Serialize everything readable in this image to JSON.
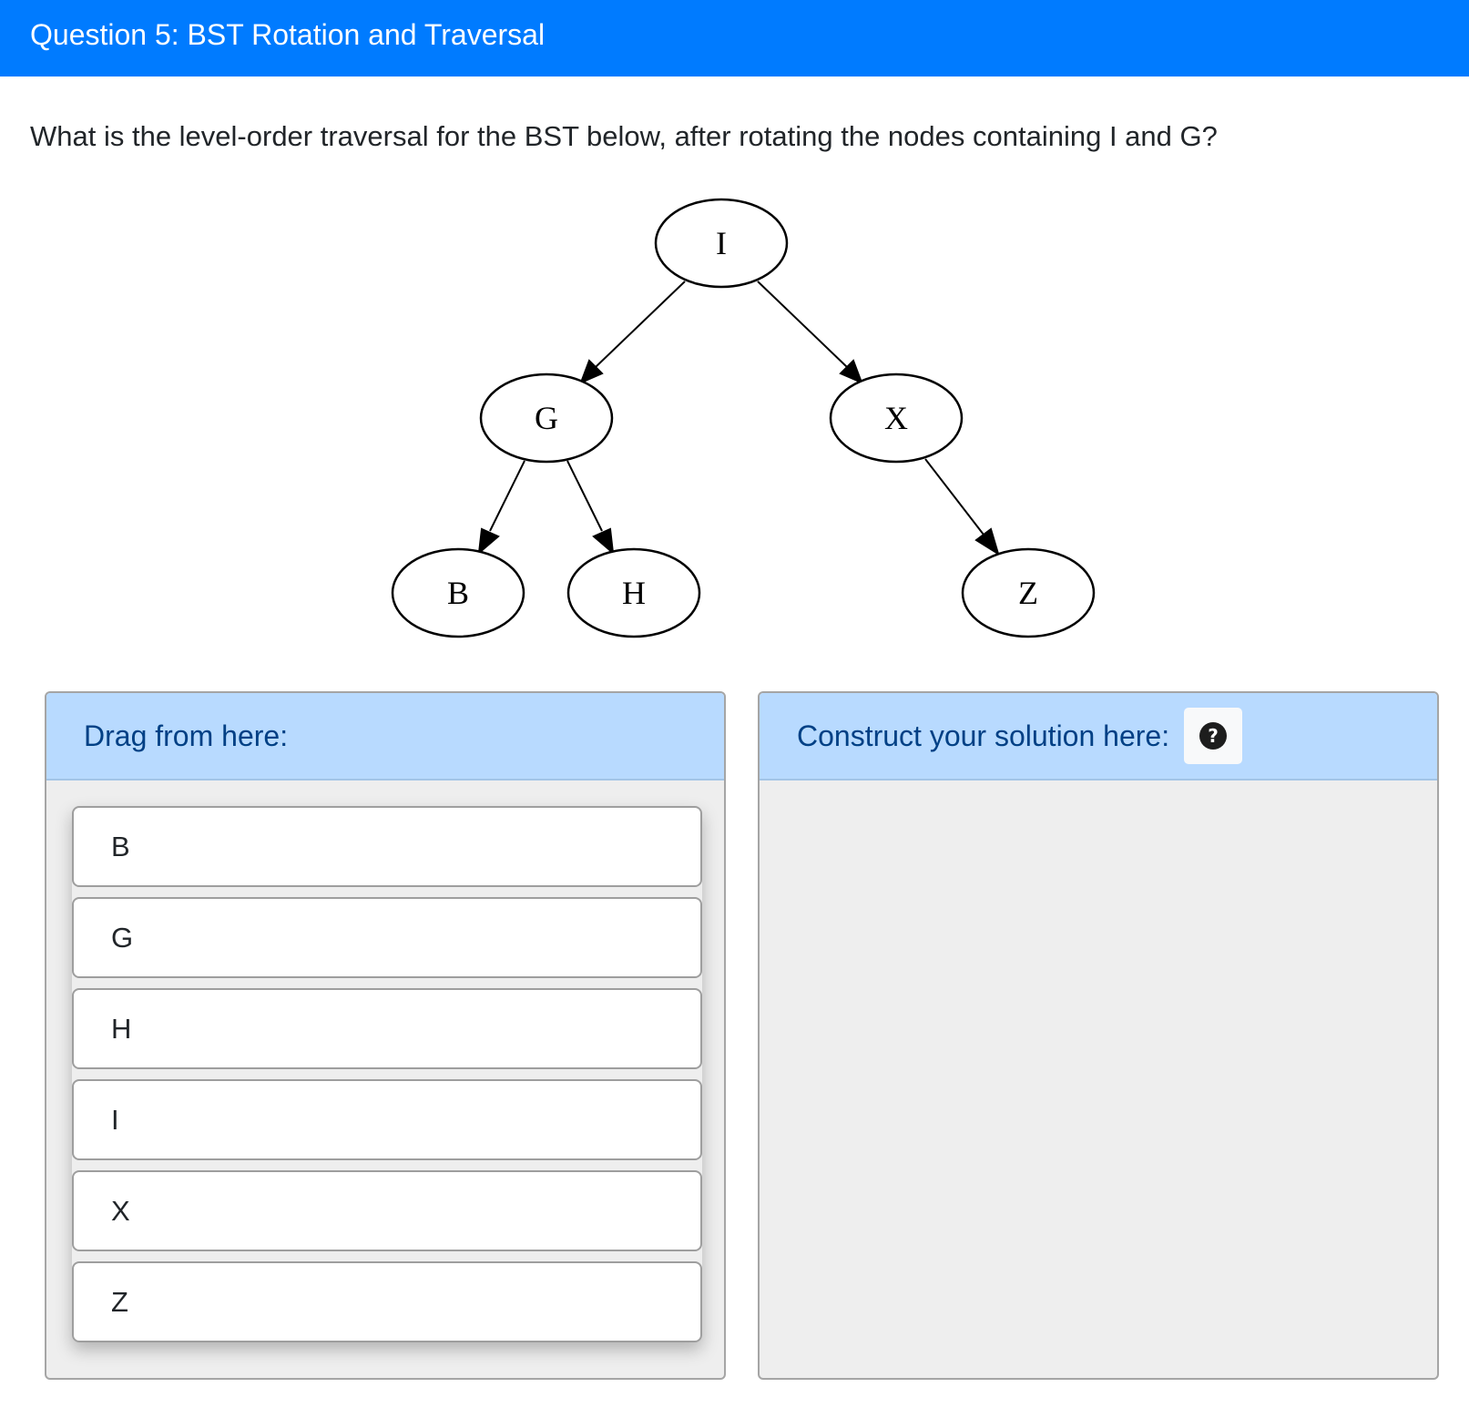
{
  "header": {
    "title": "Question 5: BST Rotation and Traversal"
  },
  "question": {
    "text": "What is the level-order traversal for the BST below, after rotating the nodes containing I and G?"
  },
  "tree": {
    "nodes": [
      {
        "id": "I",
        "label": "I"
      },
      {
        "id": "G",
        "label": "G"
      },
      {
        "id": "X",
        "label": "X"
      },
      {
        "id": "B",
        "label": "B"
      },
      {
        "id": "H",
        "label": "H"
      },
      {
        "id": "Z",
        "label": "Z"
      }
    ],
    "edges": [
      {
        "from": "I",
        "to": "G"
      },
      {
        "from": "I",
        "to": "X"
      },
      {
        "from": "G",
        "to": "B"
      },
      {
        "from": "G",
        "to": "H"
      },
      {
        "from": "X",
        "to": "Z"
      }
    ]
  },
  "source_panel": {
    "heading": "Drag from here:",
    "blocks": [
      "B",
      "G",
      "H",
      "I",
      "X",
      "Z"
    ]
  },
  "solution_panel": {
    "heading": "Construct your solution here:",
    "help_icon": "question-circle-icon",
    "help_symbol": "?"
  },
  "colors": {
    "header_bg": "#007bff",
    "panel_head_bg": "#b8daff",
    "panel_head_text": "#004085",
    "panel_body_bg": "#eeeeee"
  }
}
